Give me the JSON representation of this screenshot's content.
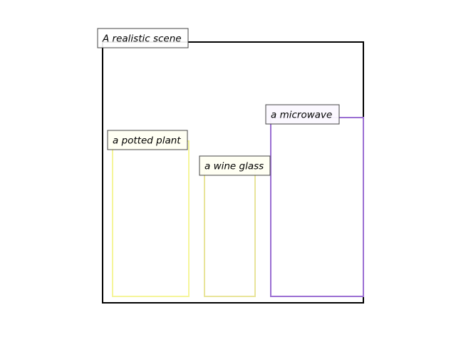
{
  "scene": {
    "title": "A realistic scene",
    "frame_color": "#000000",
    "objects": [
      {
        "label": "a potted plant",
        "color": "#f5f59a"
      },
      {
        "label": "a wine glass",
        "color": "#e8e49a"
      },
      {
        "label": "a microwave",
        "color": "#9b6fd3"
      }
    ]
  }
}
